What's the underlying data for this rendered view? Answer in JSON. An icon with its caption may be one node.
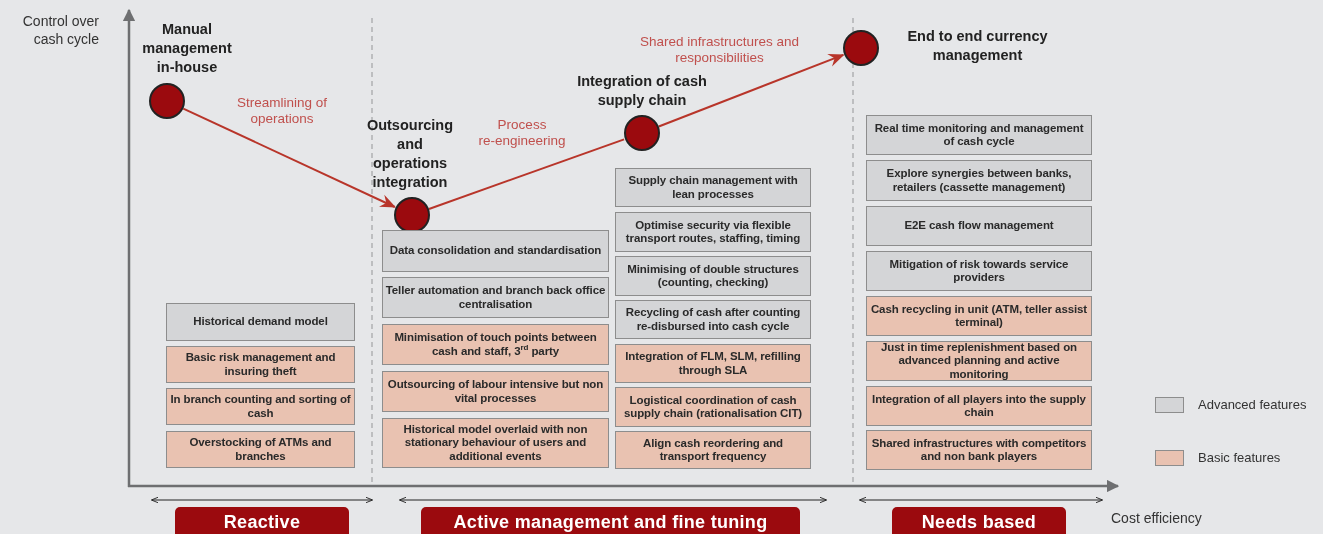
{
  "diagram": {
    "nodes": [
      {
        "text": [
          "Manual management in-house"
        ]
      },
      {
        "text": [
          "Outsourcing and operations integration"
        ]
      },
      {
        "text": [
          "Integration of cash supply chain"
        ]
      },
      {
        "text": [
          "End to end currency management"
        ]
      },
      {
        "text": [
          "Historical demand model"
        ]
      },
      {
        "text": [
          "Basic risk management and insuring theft"
        ]
      },
      {
        "text": [
          "In branch counting and sorting of cash"
        ]
      },
      {
        "text": [
          "Overstocking of ATMs and branches"
        ]
      },
      {
        "text": [
          "Data consolidation and standardisation"
        ]
      },
      {
        "text": [
          "Teller automation and branch back office centralisation"
        ]
      },
      {
        "text": [
          "Minimisation of touch points between cash and staff, 3$^{rd}$ party"
        ]
      },
      {
        "text": [
          "Outsourcing of labour intensive but non vital processes"
        ]
      },
      {
        "text": [
          "Historical model overlaid with non stationary behaviour of users and additional events"
        ]
      },
      {
        "text": [
          "Supply chain management with lean processes"
        ]
      },
      {
        "text": [
          "Optimise security via flexible transport routes, staffing, timing"
        ]
      },
      {
        "text": [
          "Minimising of double structures (counting, checking)"
        ]
      },
      {
        "text": [
          "Recycling of cash after counting re-disbursed into cash cycle"
        ]
      },
      {
        "text": [
          "Integration of FLM, SLM, refilling through SLA"
        ]
      },
      {
        "text": [
          "Logistical coordination of cash supply chain (rationalisation CIT)"
        ]
      },
      {
        "text": [
          "Align cash reordering and transport frequency"
        ]
      },
      {
        "text": [
          "Real time monitoring and management of cash cycle"
        ]
      },
      {
        "text": [
          "Explore synergies between banks, retailers (cassette management)"
        ]
      },
      {
        "text": [
          "E2E cash flow management"
        ]
      },
      {
        "text": [
          "Mitigation of risk towards service providers"
        ]
      },
      {
        "text": [
          "Cash recycling in unit (ATM, teller assist terminal)"
        ]
      },
      {
        "text": [
          "Just in time replenishment based on advanced planning and active monitoring"
        ]
      },
      {
        "text": [
          "Integration of all players into the supply chain"
        ]
      },
      {
        "text": [
          "Shared infrastructures with competitors and non bank players"
        ]
      },
      {
        "text": [
          "Reactive"
        ]
      },
      {
        "text": [
          "Active management and fine tuning"
        ]
      },
      {
        "text": [
          "Needs based"
        ]
      }
    ],
    "edges": [
      {
        "from": 0,
        "to": 1,
        "arrow": "to",
        "label": "Streamlining of operations"
      },
      {
        "from": 1,
        "to": 2,
        "arrow": "none",
        "label": "Process re-engineering"
      },
      {
        "from": 2,
        "to": 3,
        "arrow": "to",
        "label": "Shared infrastructures and responsibilities"
      }
    ],
    "labels": [
      "Control over cash cycle",
      "Cost efficiency"
    ],
    "legend": [
      {
        "text": "Advanced features",
        "color": "#d4d5d7"
      },
      {
        "text": "Basic features",
        "color": "#e9c2b1"
      }
    ]
  }
}
